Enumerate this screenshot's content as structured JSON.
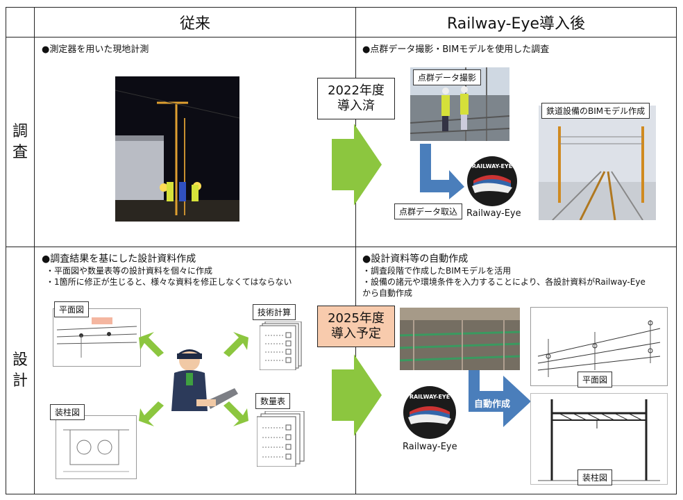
{
  "header": {
    "col_before": "従来",
    "col_after": "Railway-Eye導入後"
  },
  "rows": {
    "survey_label": "調\n査",
    "design_label": "設\n計"
  },
  "survey": {
    "before_text": "●測定器を用いた現地計測",
    "after_text": "●点群データ撮影・BIMモデルを使用した調査",
    "year_line1": "2022年度",
    "year_line2": "導入済",
    "pointcloud_photo_label": "点群データ撮影",
    "bim_label": "鉄道設備のBIMモデル作成",
    "import_label": "点群データ取込",
    "logo_caption": "Railway-Eye"
  },
  "design": {
    "before_title": "●調査結果を基にした設計資料作成",
    "before_line1": "・平面図や数量表等の設計資料を個々に作成",
    "before_line2": "・1箇所に修正が生じると、様々な資料を修正しなくてはならない",
    "plan_label": "平面図",
    "calc_label": "技術計算",
    "pole_label": "装柱図",
    "qty_label": "数量表",
    "after_title": "●設計資料等の自動作成",
    "after_line1": "・調査段階で作成したBIMモデルを活用",
    "after_line2": "・設備の諸元や環境条件を入力することにより、各設計資料がRailway-Eye",
    "after_line3": "から自動作成",
    "year_line1": "2025年度",
    "year_line2": "導入予定",
    "auto_label": "自動作成",
    "logo_caption": "Railway-Eye",
    "after_plan_label": "平面図",
    "after_pole_label": "装柱図"
  },
  "logo_text": "RAILWAY-EYE",
  "colors": {
    "arrow_green": "#8cc63f",
    "arrow_blue": "#4a7ebb",
    "year_2025_bg": "#f8cbad"
  }
}
